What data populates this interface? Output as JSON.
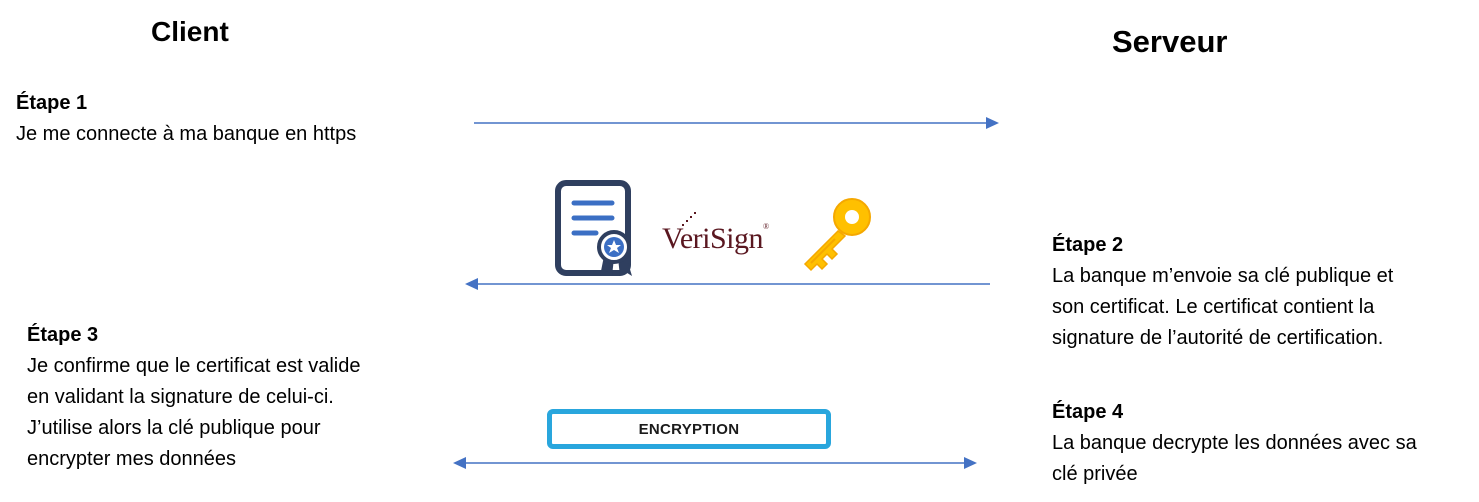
{
  "client": {
    "title": "Client"
  },
  "server": {
    "title": "Serveur"
  },
  "steps": {
    "step1": {
      "title": "Étape 1",
      "lines": [
        "Je me connecte à ma banque en https"
      ]
    },
    "step2": {
      "title": "Étape 2",
      "lines": [
        "La banque m’envoie sa clé publique et",
        "son certificat. Le certificat contient la",
        "signature de l’autorité de certification."
      ]
    },
    "step3": {
      "title": "Étape 3",
      "lines": [
        "Je confirme que le certificat est valide",
        "en validant la signature de celui-ci.",
        "J’utilise alors la clé publique pour",
        "encrypter mes données"
      ]
    },
    "step4": {
      "title": "Étape 4",
      "lines": [
        "La banque decrypte les données avec sa",
        "clé privée"
      ]
    }
  },
  "encryption": {
    "label": "ENCRYPTION"
  },
  "logos": {
    "verisign": "VeriSign",
    "verisign_mark": "®"
  },
  "icons": {
    "certificate": "certificate-icon",
    "key": "key-icon"
  },
  "colors": {
    "arrow": "#4472c4",
    "certificate_stroke": "#2f3f5f",
    "certificate_lines": "#3b6fc4",
    "key": "#ffc000",
    "encryption_border": "#29a6dd",
    "verisign": "#5a1720"
  }
}
